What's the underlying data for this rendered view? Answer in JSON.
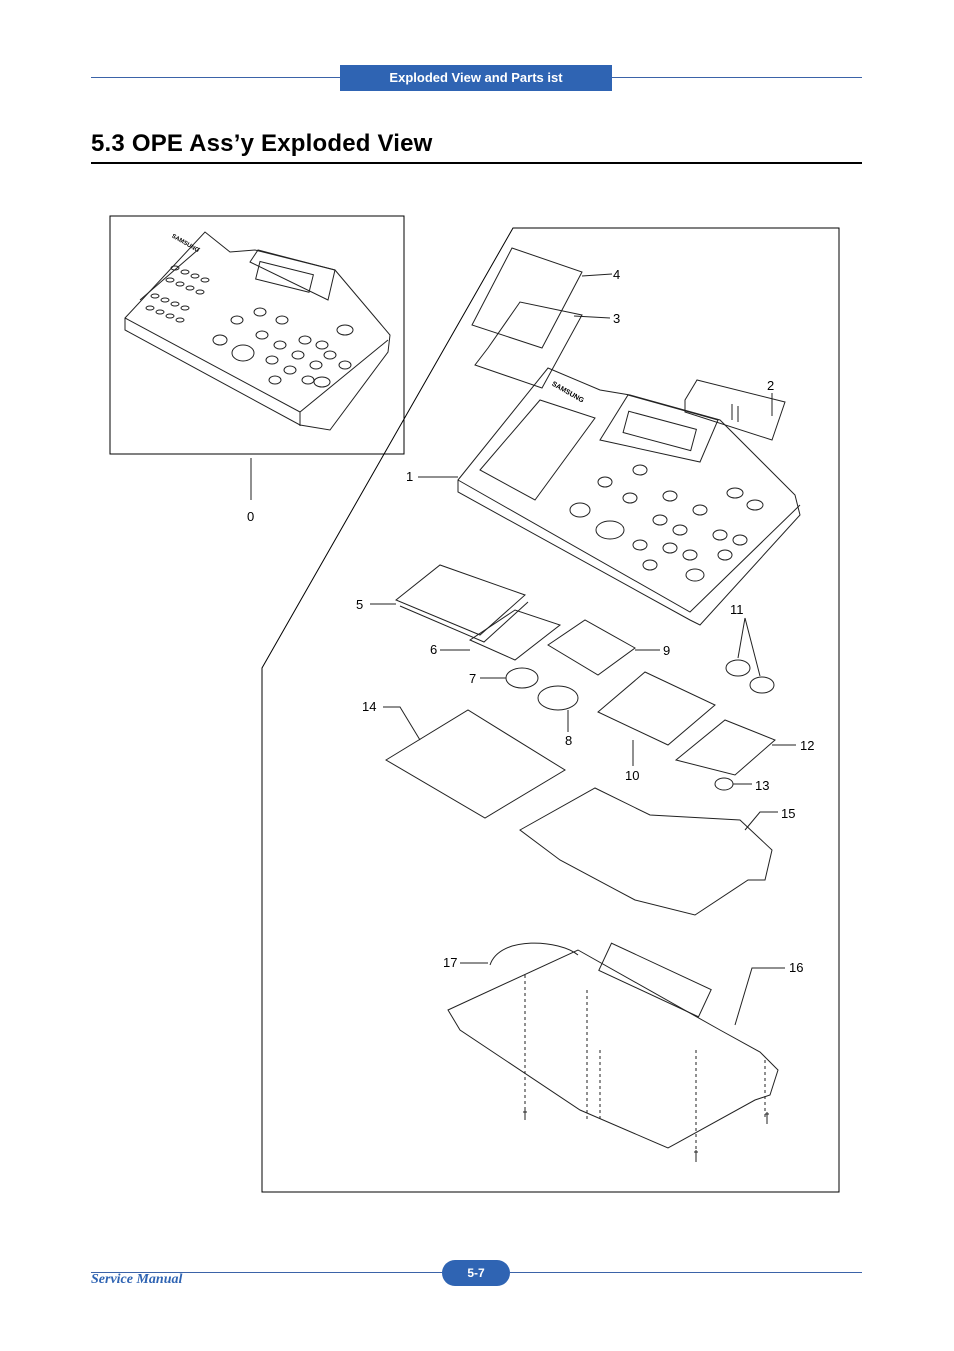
{
  "header": {
    "tab_label": "Exploded View and Parts   ist"
  },
  "section": {
    "title": "5.3  OPE Ass’y Exploded View"
  },
  "footer": {
    "manual_label": "Service Manual",
    "page_number": "5-7"
  },
  "figure": {
    "brand_text": "SAMSUNG",
    "callouts": [
      "0",
      "1",
      "2",
      "3",
      "4",
      "5",
      "6",
      "7",
      "8",
      "9",
      "10",
      "11",
      "12",
      "13",
      "14",
      "15",
      "16",
      "17"
    ]
  },
  "colors": {
    "accent": "#2f64b3",
    "rule": "#3b63a8"
  }
}
